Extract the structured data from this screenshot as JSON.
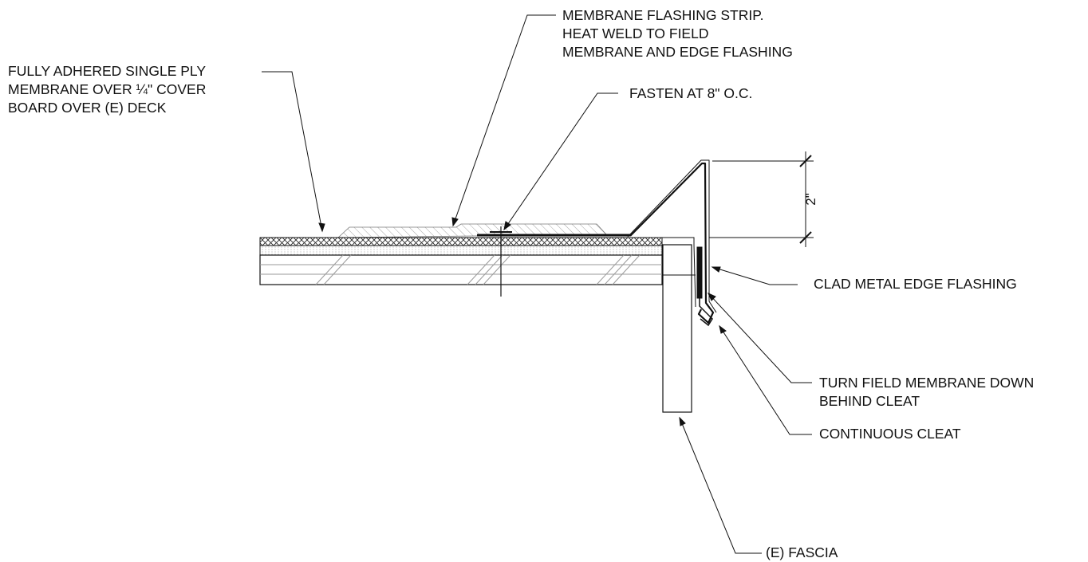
{
  "labels": {
    "field_membrane": [
      "FULLY ADHERED SINGLE PLY",
      "MEMBRANE OVER ¼\" COVER",
      "BOARD OVER (E) DECK"
    ],
    "flashing_strip": [
      "MEMBRANE FLASHING STRIP.",
      "HEAT WELD TO FIELD",
      "MEMBRANE AND EDGE FLASHING"
    ],
    "fasten": [
      "FASTEN AT 8\" O.C."
    ],
    "edge_flashing": [
      "CLAD METAL EDGE FLASHING"
    ],
    "turn_membrane": [
      "TURN FIELD MEMBRANE DOWN",
      "BEHIND CLEAT"
    ],
    "cleat": [
      "CONTINUOUS CLEAT"
    ],
    "fascia": [
      "(E) FASCIA"
    ]
  },
  "dimension": {
    "value": "2\""
  },
  "colors": {
    "line": "#111111",
    "hatch": "#9a9a9a",
    "background": "#ffffff"
  }
}
